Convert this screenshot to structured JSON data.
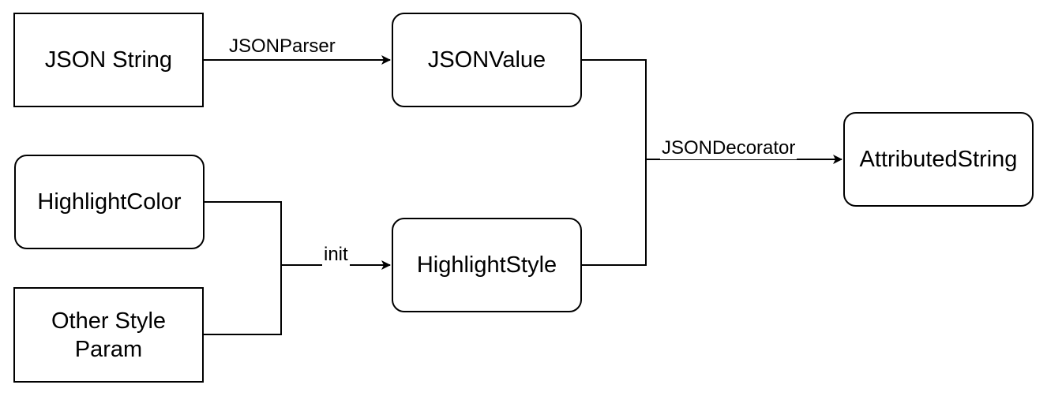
{
  "diagram": {
    "nodes": {
      "json_string": "JSON String",
      "json_value": "JSONValue",
      "attributed_string": "AttributedString",
      "highlight_color": "HighlightColor",
      "highlight_style": "HighlightStyle",
      "other_style_param": "Other Style\nParam"
    },
    "edges": {
      "json_parser": "JSONParser",
      "json_decorator": "JSONDecorator",
      "init": "init"
    }
  }
}
